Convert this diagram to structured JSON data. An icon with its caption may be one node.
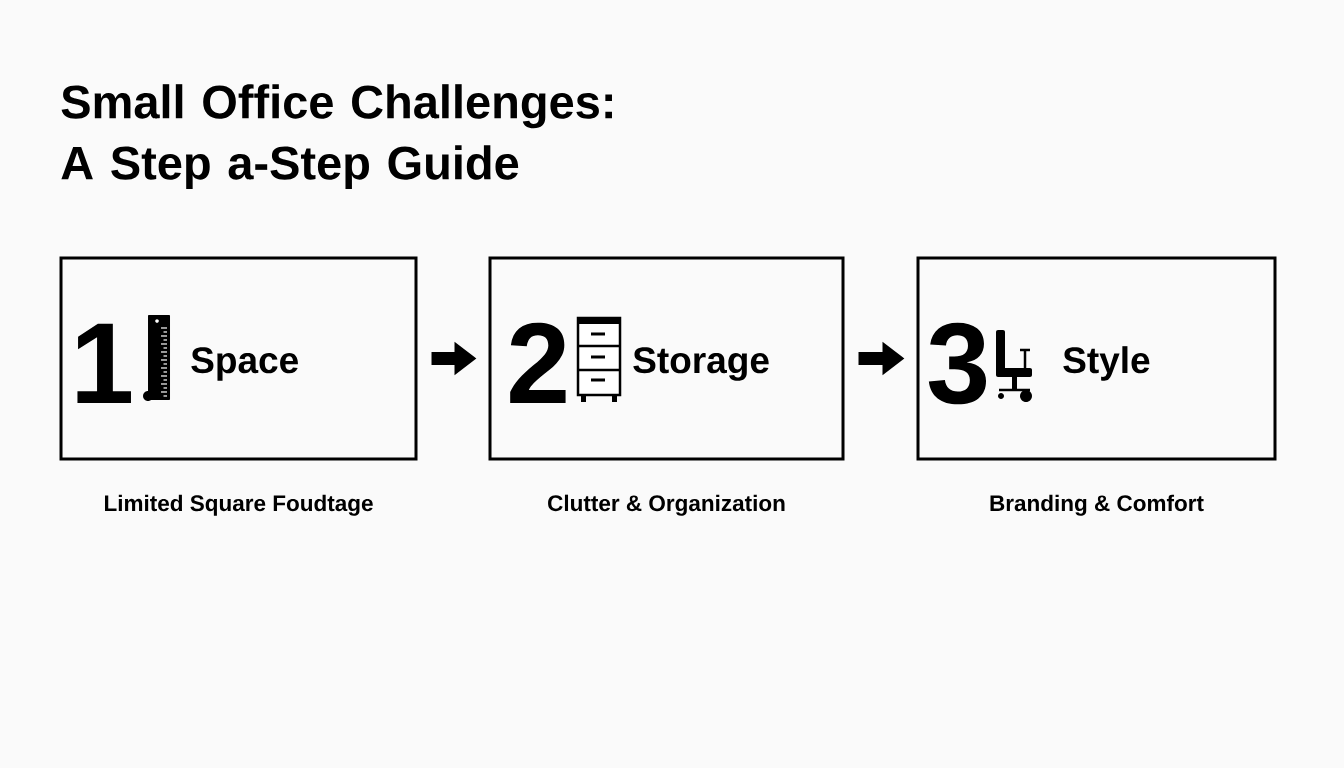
{
  "diagram": {
    "title": "Small Office Challenges: A Step a-Step Guide",
    "nodes": [
      {
        "text": [
          "1",
          "Space"
        ],
        "beside": [
          "Limited Square Foudtage"
        ]
      },
      {
        "text": [
          "2",
          "Storage"
        ],
        "beside": [
          "Clutter & Organization"
        ]
      },
      {
        "text": [
          "3",
          "Style"
        ],
        "beside": [
          "Branding & Comfort"
        ]
      }
    ],
    "edges": [
      {
        "from": 0,
        "to": 1,
        "arrow": "to"
      },
      {
        "from": 1,
        "to": 2,
        "arrow": "to"
      }
    ]
  }
}
